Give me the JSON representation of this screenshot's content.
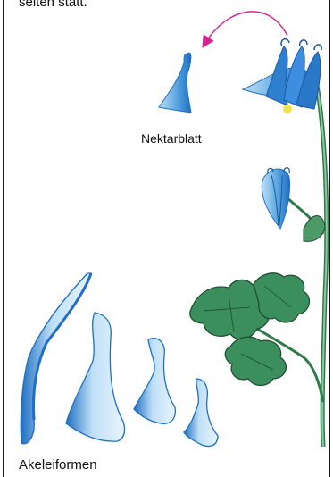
{
  "text": {
    "intro_fragment": "selten statt.",
    "nectar_leaf_label": "Nektarblatt",
    "forms_label": "Akeleiformen"
  },
  "colors": {
    "frame": "#1a1a1a",
    "arrow": "#d6228c",
    "petal_blue": "#1f6fc2",
    "petal_light": "#bfe0f7",
    "stem_green": "#3e8c5a",
    "leaf_green": "#3a8f5c",
    "leaf_dark": "#1d4a2e",
    "stamen_yellow": "#f5e14a"
  },
  "icons": [
    "nectar-leaf-illustration",
    "columbine-flower-illustration",
    "columbine-bud-illustration",
    "leaf-illustration",
    "stem-illustration",
    "columbine-form-illustrations"
  ]
}
